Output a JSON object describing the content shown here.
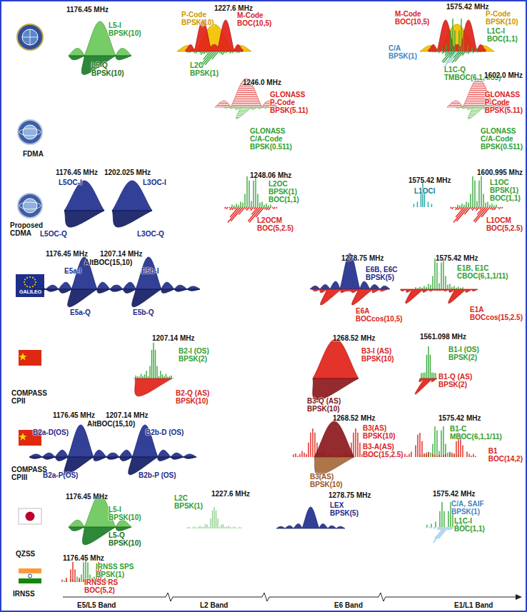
{
  "diagram": {
    "labels": [
      "1176.45 MHz",
      "L5-I BPSK(10)",
      "L5-Q BPSK(10)",
      "1227.6 MHz",
      "P-Code BPSK(10)",
      "M-Code BOC(10,5)",
      "L2C BPSK(1)",
      "1575.42 MHz",
      "M-Code BOC(10,5)",
      "P-Code BPSK(10)",
      "L1C-I BOC(1,1)",
      "C/A BPSK(1)",
      "L1C-Q TMBOC(6,1,4/33)",
      "1246.0 MHz",
      "GLONASS P-Code BPSK(5.11)",
      "GLONASS C/A-Code BPSK(0.511)",
      "1602.0 MHz",
      "GLONASS P-Code BPSK(5.11)",
      "GLONASS C/A-Code BPSK(0.511)",
      "FDMA",
      "1176.45 MHz",
      "1202.025 MHz",
      "L5OC-I",
      "L3OC-I",
      "L5OC-Q",
      "L3OC-Q",
      "Proposed CDMA",
      "1248.06 Mhz",
      "L2OC BPSK(1) BOC(1,1)",
      "L2OCM BOC(5,2.5)",
      "1575.42 MHz",
      "L1OCI",
      "1600.995 Mhz",
      "L1OC BPSK(1) BOC(1,1)",
      "L1OCM BOC(5,2.5)",
      "1176.45 MHz",
      "1207.14 MHz",
      "AltBOC(15,10)",
      "E5a-I",
      "E5b-I",
      "E5a-Q",
      "E5b-Q",
      "GALILEO",
      "1278.75 MHz",
      "E6B, E6C BPSK(5)",
      "E6A BOCcos(10,5)",
      "1575.42 MHz",
      "E1B, E1C CBOC(6,1,1/11)",
      "E1A BOCcos(15,2.5)",
      "1207.14 MHz",
      "B2-I (OS) BPSK(2)",
      "B2-Q (AS) BPSK(10)",
      "1268.52 MHz",
      "B3-I (AS) BPSK(10)",
      "B3-Q (AS) BPSK(10)",
      "1561.098 MHz",
      "B1-I (OS) BPSK(2)",
      "B1-Q (AS) BPSK(2)",
      "COMPASS CPII",
      "1176.45 MHz",
      "1207.14 MHz",
      "AltBOC(15,10)",
      "B2a-D(OS)",
      "B2b-D (OS)",
      "B2a-P(OS)",
      "B2b-P (OS)",
      "1268.52 MHz",
      "B3(AS) BPSK(10)",
      "B3-A(AS) BOC(15,2.5)",
      "B3(AS) BPSK(10)",
      "1575.42 MHz",
      "B1-C MBOC(6,1,1/11)",
      "B1 BOC(14,2)",
      "COMPASS CPIII",
      "1176.45 MHz",
      "L5-I BPSK(10)",
      "L5-Q BPSK(10)",
      "1227.6 MHz",
      "L2C BPSK(1)",
      "1278.75 MHz",
      "LEX BPSK(5)",
      "1575.42 MHz",
      "C/A, SAIF BPSK(1)",
      "L1C-I BOC(1,1)",
      "QZSS",
      "1176.45 Mhz",
      "IRNSS SPS BPSK(1)",
      "IRNSS RS BOC(5,2)",
      "IRNSS",
      "E5/L5 Band",
      "L2 Band",
      "E6 Band",
      "E1/L1 Band"
    ]
  }
}
